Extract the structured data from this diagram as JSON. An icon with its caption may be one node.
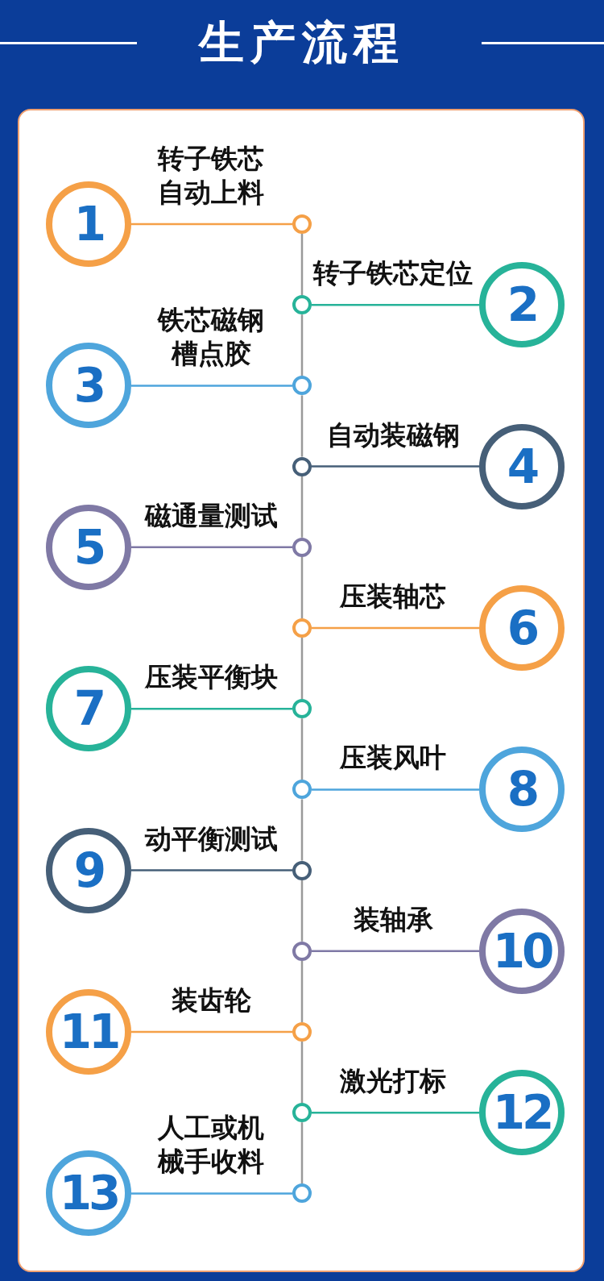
{
  "diagram": {
    "title": "生产流程",
    "nodes": [
      {
        "text": [
          "1"
        ],
        "beside": [
          "转子铁芯自动上料"
        ]
      },
      {
        "text": [],
        "shape": "circle"
      },
      {
        "text": [
          "2"
        ],
        "beside": [
          "转子铁芯定位"
        ]
      },
      {
        "text": [],
        "shape": "circle"
      },
      {
        "text": [
          "3"
        ],
        "beside": [
          "铁芯磁钢槽点胶"
        ]
      },
      {
        "text": [],
        "shape": "circle"
      },
      {
        "text": [
          "4"
        ],
        "beside": [
          "自动装磁钢"
        ]
      },
      {
        "text": [],
        "shape": "circle"
      },
      {
        "text": [
          "5"
        ],
        "beside": [
          "磁通量测试"
        ]
      },
      {
        "text": [],
        "shape": "circle"
      },
      {
        "text": [
          "6"
        ],
        "beside": [
          "压装轴芯"
        ]
      },
      {
        "text": [],
        "shape": "circle"
      },
      {
        "text": [
          "7"
        ],
        "beside": [
          "压装平衡块"
        ]
      },
      {
        "text": [],
        "shape": "circle"
      },
      {
        "text": [
          "8"
        ],
        "beside": [
          "压装风叶"
        ]
      },
      {
        "text": [],
        "shape": "circle"
      },
      {
        "text": [
          "9"
        ],
        "beside": [
          "动平衡测试"
        ]
      },
      {
        "text": [],
        "shape": "circle"
      },
      {
        "text": [
          "10"
        ],
        "beside": [
          "装轴承"
        ]
      },
      {
        "text": [],
        "shape": "circle"
      },
      {
        "text": [
          "11"
        ],
        "beside": [
          "装齿轮"
        ]
      },
      {
        "text": [],
        "shape": "circle"
      },
      {
        "text": [
          "12"
        ],
        "beside": [
          "激光打标"
        ]
      },
      {
        "text": [],
        "shape": "circle"
      },
      {
        "text": [
          "13"
        ],
        "beside": [
          "人工或机械手收料"
        ]
      },
      {
        "text": [],
        "shape": "circle"
      }
    ],
    "edges": [
      {
        "from": 0,
        "to": 1,
        "arrow": "none",
        "color": "#f5a047"
      },
      {
        "from": 2,
        "to": 3,
        "arrow": "none",
        "color": "#27b399"
      },
      {
        "from": 4,
        "to": 5,
        "arrow": "none",
        "color": "#4ea5dc"
      },
      {
        "from": 6,
        "to": 7,
        "arrow": "none",
        "color": "#465f78"
      },
      {
        "from": 8,
        "to": 9,
        "arrow": "none",
        "color": "#7f79a5"
      },
      {
        "from": 10,
        "to": 11,
        "arrow": "none",
        "color": "#f5a047"
      },
      {
        "from": 12,
        "to": 13,
        "arrow": "none",
        "color": "#27b399"
      },
      {
        "from": 14,
        "to": 15,
        "arrow": "none",
        "color": "#4ea5dc"
      },
      {
        "from": 16,
        "to": 17,
        "arrow": "none",
        "color": "#465f78"
      },
      {
        "from": 18,
        "to": 19,
        "arrow": "none",
        "color": "#7f79a5"
      },
      {
        "from": 20,
        "to": 21,
        "arrow": "none",
        "color": "#f5a047"
      },
      {
        "from": 22,
        "to": 23,
        "arrow": "none",
        "color": "#27b399"
      },
      {
        "from": 24,
        "to": 25,
        "arrow": "none",
        "color": "#4ea5dc"
      },
      {
        "from": 1,
        "to": 3,
        "arrow": "none",
        "color": "#9a9a9a"
      },
      {
        "from": 3,
        "to": 5,
        "arrow": "none",
        "color": "#9a9a9a"
      },
      {
        "from": 5,
        "to": 7,
        "arrow": "none",
        "color": "#9a9a9a"
      },
      {
        "from": 7,
        "to": 9,
        "arrow": "none",
        "color": "#9a9a9a"
      },
      {
        "from": 9,
        "to": 11,
        "arrow": "none",
        "color": "#9a9a9a"
      },
      {
        "from": 11,
        "to": 13,
        "arrow": "none",
        "color": "#9a9a9a"
      },
      {
        "from": 13,
        "to": 15,
        "arrow": "none",
        "color": "#9a9a9a"
      },
      {
        "from": 15,
        "to": 17,
        "arrow": "none",
        "color": "#9a9a9a"
      },
      {
        "from": 17,
        "to": 19,
        "arrow": "none",
        "color": "#9a9a9a"
      },
      {
        "from": 19,
        "to": 21,
        "arrow": "none",
        "color": "#9a9a9a"
      },
      {
        "from": 21,
        "to": 23,
        "arrow": "none",
        "color": "#9a9a9a"
      },
      {
        "from": 23,
        "to": 25,
        "arrow": "none",
        "color": "#9a9a9a"
      }
    ]
  }
}
